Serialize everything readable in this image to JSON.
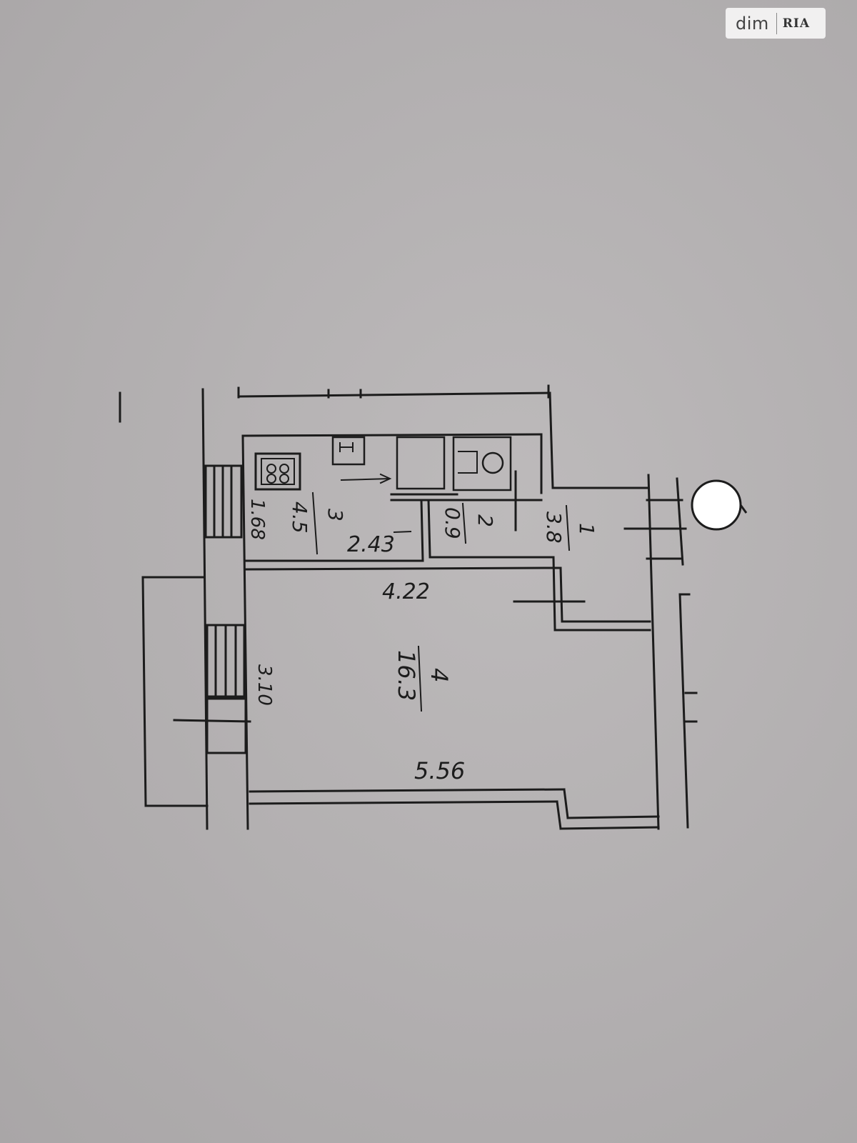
{
  "watermark": {
    "brand": "dim",
    "logo": "RIA"
  },
  "floor_plan": {
    "rooms": [
      {
        "number": "1",
        "area": "3.8"
      },
      {
        "number": "2",
        "area": "0.9"
      },
      {
        "number": "3",
        "area": "4.5"
      },
      {
        "number": "4",
        "area": "16.3"
      }
    ],
    "dimensions": {
      "kitchen_width": "2.43",
      "kitchen_length": "1.68",
      "room_top": "4.22",
      "room_bottom": "5.56",
      "room_side": "3.10"
    }
  },
  "colors": {
    "background": "#b3b0b1",
    "lines": "#1c1c1c"
  }
}
